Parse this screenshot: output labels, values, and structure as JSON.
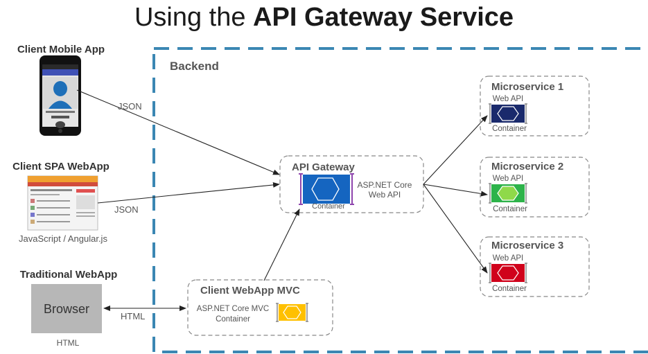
{
  "title": {
    "prefix": "Using the ",
    "bold": "API Gateway Service"
  },
  "backend": {
    "label": "Backend"
  },
  "clients": {
    "mobile": {
      "label": "Client Mobile App",
      "protocol": "JSON"
    },
    "spa": {
      "label": "Client SPA WebApp",
      "protocol": "JSON",
      "caption": "JavaScript / Angular.js"
    },
    "traditional": {
      "label": "Traditional WebApp",
      "browser": "Browser",
      "caption": "HTML",
      "protocol": "HTML"
    }
  },
  "gateway": {
    "label": "API Gateway",
    "tech_line1": "ASP.NET Core",
    "tech_line2": "Web API",
    "container": "Container",
    "color": "#1565c0"
  },
  "mvc": {
    "label": "Client WebApp MVC",
    "tech_line1": "ASP.NET Core MVC",
    "tech_line2": "Container",
    "color": "#ffc000"
  },
  "microservices": [
    {
      "label": "Microservice 1",
      "api": "Web API",
      "container": "Container",
      "color": "#1a2a6c"
    },
    {
      "label": "Microservice 2",
      "api": "Web API",
      "container": "Container",
      "color": "#2db34a"
    },
    {
      "label": "Microservice 3",
      "api": "Web API",
      "container": "Container",
      "color": "#d0021b"
    }
  ],
  "colors": {
    "backend_border": "#3b87b3",
    "dashed_box": "#888888",
    "arrow": "#222222"
  }
}
